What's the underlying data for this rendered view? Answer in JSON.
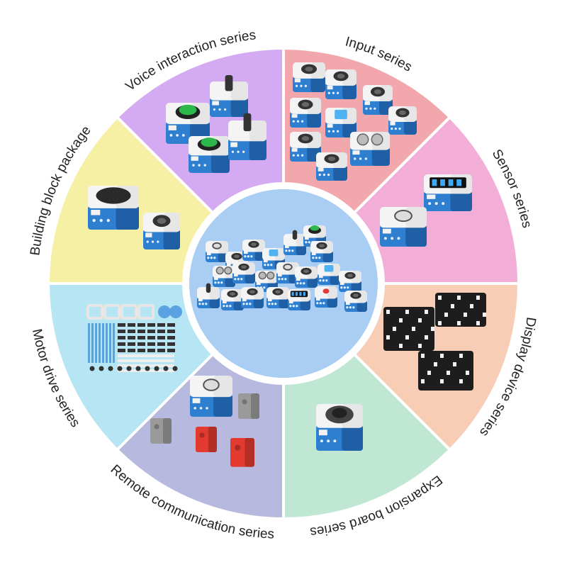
{
  "diagram": {
    "center_color": "#a9cdf3",
    "center_ring_color": "#ffffff",
    "segments": [
      {
        "id": "input",
        "label": "Input series",
        "color": "#f2a7ac",
        "flip": false
      },
      {
        "id": "sensor",
        "label": "Sensor series",
        "color": "#f2aed6",
        "flip": false
      },
      {
        "id": "display",
        "label": "Display device series",
        "color": "#f7cdb5",
        "flip": false
      },
      {
        "id": "expansion",
        "label": "Expansion board series",
        "color": "#bfe7d4",
        "flip": false
      },
      {
        "id": "remote",
        "label": "Remote communication series",
        "color": "#b8b9de",
        "flip": true
      },
      {
        "id": "motor",
        "label": "Motor drive series",
        "color": "#b6e5f4",
        "flip": true
      },
      {
        "id": "building",
        "label": "Building block package",
        "color": "#f5f0a4",
        "flip": false
      },
      {
        "id": "voice",
        "label": "Voice interaction series",
        "color": "#d4aaf2",
        "flip": false
      }
    ],
    "module_colors": {
      "body": "#2f7fd1",
      "body_dark": "#1f5fa6",
      "top": "#f4f4f4",
      "top_side": "#d8d8d8",
      "button_green": "#2cb84a",
      "knob_dark": "#333333",
      "board_black": "#1d1d1d",
      "gear_red": "#e23a2f",
      "servo_grey": "#9a9a9a",
      "display_digit": "#3fa9f5"
    }
  }
}
